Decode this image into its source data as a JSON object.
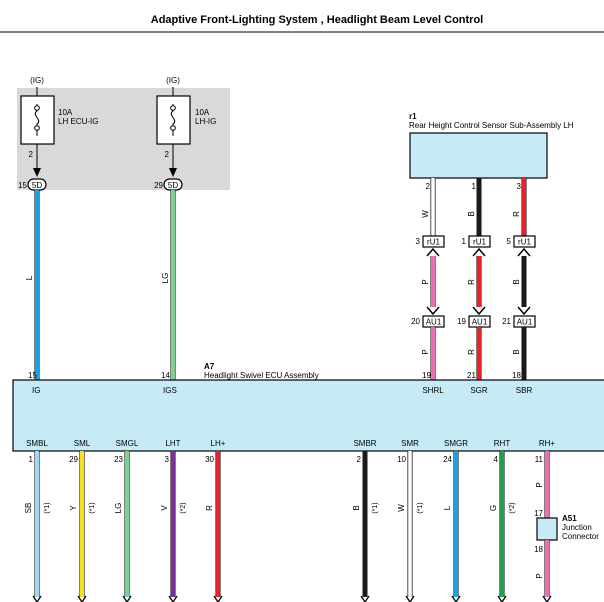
{
  "title": "Adaptive Front-Lighting System , Headlight Beam Level Control",
  "colors": {
    "shade": "#d9d9d9",
    "component_fill": "#c6ebf7",
    "blue": "#1aa3e0",
    "light_green": "#7dcf94",
    "pink": "#ec6fb5",
    "red": "#e8212b",
    "black": "#1a1a1a",
    "white": "#ffffff",
    "sky_blue": "#9ed9f2",
    "yellow": "#f7e21b",
    "violet": "#7a2e9c",
    "green": "#1aa34a"
  },
  "fuses": [
    {
      "supply": "(IG)",
      "rating": "10A",
      "name": "LH ECU-IG",
      "pin": "2",
      "junction_pin": "15",
      "junction": "5D",
      "wire_color": "L"
    },
    {
      "supply": "(IG)",
      "rating": "10A",
      "name": "LH-IG",
      "pin": "2",
      "junction_pin": "29",
      "junction": "5D",
      "wire_color": "LG"
    }
  ],
  "sensor": {
    "ref": "r1",
    "name": "Rear Height Control Sensor Sub-Assembly LH",
    "wires": [
      {
        "pin": "2",
        "color_code": "W",
        "conn1_pin": "3",
        "conn1": "rU1",
        "mid_color": "P",
        "conn2_pin": "20",
        "conn2": "AU1",
        "low_color": "P",
        "ecu_pin": "19",
        "ecu_label": "SHRL"
      },
      {
        "pin": "1",
        "color_code": "B",
        "conn1_pin": "1",
        "conn1": "rU1",
        "mid_color": "R",
        "conn2_pin": "19",
        "conn2": "AU1",
        "low_color": "R",
        "ecu_pin": "21",
        "ecu_label": "SGR"
      },
      {
        "pin": "3",
        "color_code": "R",
        "conn1_pin": "5",
        "conn1": "rU1",
        "mid_color": "B",
        "conn2_pin": "21",
        "conn2": "AU1",
        "low_color": "B",
        "ecu_pin": "18",
        "ecu_label": "SBR"
      }
    ]
  },
  "ecu": {
    "ref": "A7",
    "name": "Headlight Swivel ECU Assembly",
    "top_pins": [
      {
        "pin": "15",
        "label": "IG"
      },
      {
        "pin": "14",
        "label": "IGS"
      }
    ],
    "bottom_pins": [
      {
        "label": "SMBL",
        "pin": "1",
        "color_code": "SB",
        "note": "(*1)"
      },
      {
        "label": "SML",
        "pin": "29",
        "color_code": "Y",
        "note": "(*1)"
      },
      {
        "label": "SMGL",
        "pin": "23",
        "color_code": "LG",
        "note": ""
      },
      {
        "label": "LHT",
        "pin": "3",
        "color_code": "V",
        "note": "(*2)"
      },
      {
        "label": "LH+",
        "pin": "30",
        "color_code": "R",
        "note": ""
      },
      {
        "label": "SMBR",
        "pin": "2",
        "color_code": "B",
        "note": "(*1)"
      },
      {
        "label": "SMR",
        "pin": "10",
        "color_code": "W",
        "note": "(*1)"
      },
      {
        "label": "SMGR",
        "pin": "24",
        "color_code": "L",
        "note": ""
      },
      {
        "label": "RHT",
        "pin": "4",
        "color_code": "G",
        "note": "(*2)"
      },
      {
        "label": "RH+",
        "pin": "11",
        "color_code": "P",
        "note": ""
      }
    ]
  },
  "junction": {
    "ref": "A51",
    "name_line1": "Junction",
    "name_line2": "Connector",
    "pin_in": "17",
    "pin_out": "18",
    "out_color": "P"
  }
}
